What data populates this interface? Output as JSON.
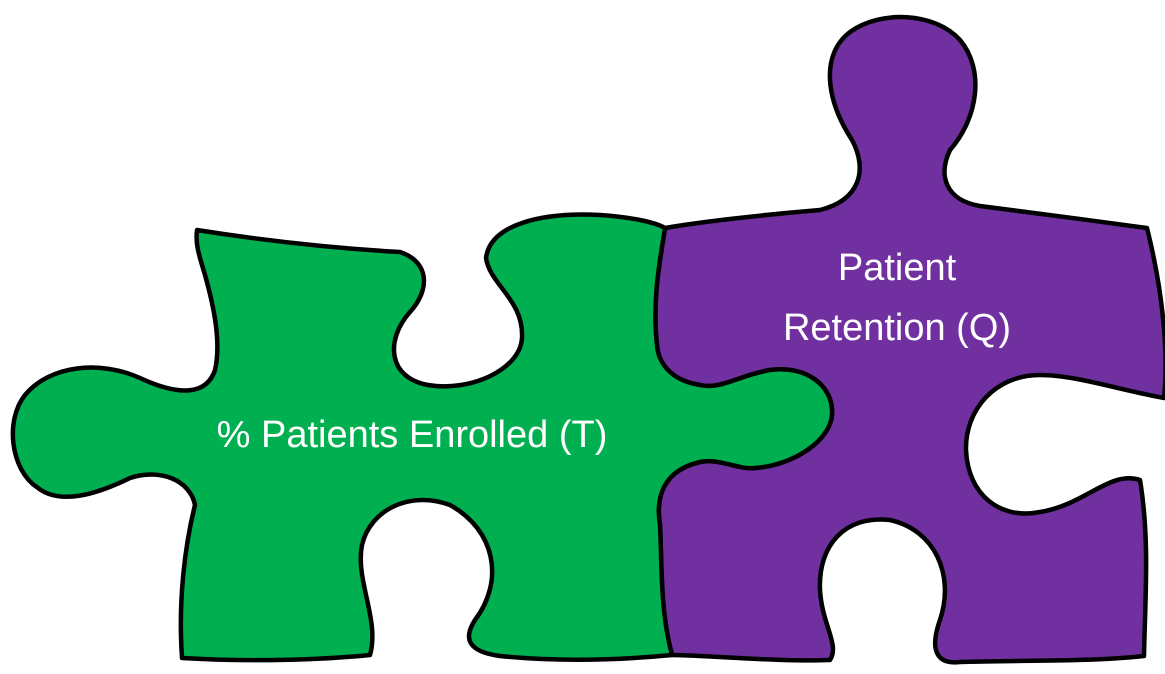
{
  "pieces": {
    "enrolled": {
      "label": "% Patients Enrolled (T)",
      "fill": "#00B050"
    },
    "retention": {
      "label_line1": "Patient",
      "label_line2": "Retention (Q)",
      "fill": "#7030A0"
    }
  },
  "outline_color": "#000000",
  "text_color": "#FFFFFF"
}
